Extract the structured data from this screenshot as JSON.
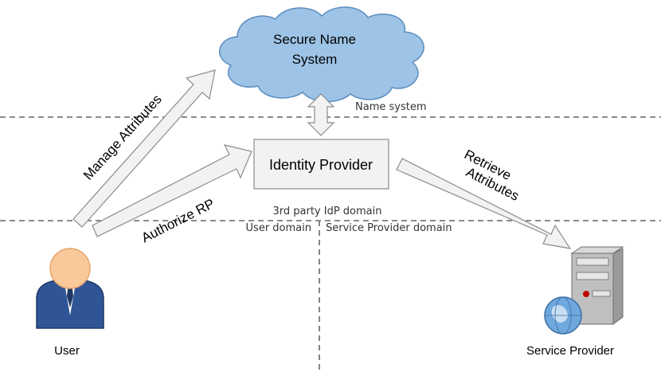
{
  "nodes": {
    "cloud": {
      "line1": "Secure Name",
      "line2": "System"
    },
    "identity_provider": "Identity Provider",
    "user": "User",
    "service_provider": "Service Provider"
  },
  "domains": {
    "name_system": "Name system",
    "idp": "3rd party IdP domain",
    "user": "User domain",
    "service_provider": "Service Provider domain"
  },
  "arrows": {
    "manage": "Manage Attributes",
    "authorize": "Authorize RP",
    "retrieve_line1": "Retrieve",
    "retrieve_line2": "Attributes"
  },
  "colors": {
    "cloud_fill": "#9dc3e6",
    "cloud_stroke": "#5b8cbf",
    "arrow_fill": "#f2f2f2",
    "arrow_stroke": "#8c8c8c",
    "box_fill": "#f2f2f2",
    "user_body": "#2f5597",
    "user_head": "#f9c89b"
  }
}
